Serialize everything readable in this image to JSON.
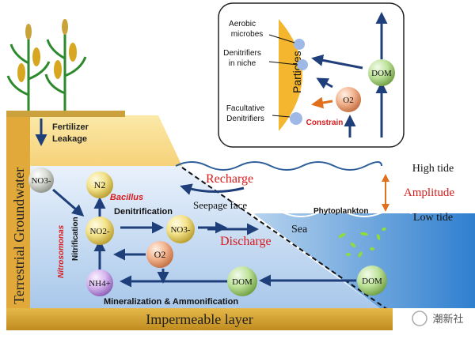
{
  "left_label": "Terrestrial Groundwater",
  "fertilizer": [
    "Fertilizer",
    "Leakage"
  ],
  "bottom_label": "Impermeable  layer",
  "tide": {
    "high": "High tide",
    "amplitude": "Amplitude",
    "low": "Low tide"
  },
  "flows": {
    "recharge": "Recharge",
    "seepage": "Seepage face",
    "discharge": "Discharge",
    "sea": "Sea",
    "phytoplankton": "Phytoplankton"
  },
  "processes": {
    "bacillus": "Bacillus",
    "denitrification": "Denitrification",
    "nitrosomonas": "Nitrosomonas",
    "nitrification": "Nitrification",
    "mineralization": "Mineralization & Ammonification"
  },
  "nodes": {
    "no3_left": "NO3-",
    "n2": "N2",
    "no2": "NO2-",
    "no3_mid": "NO3-",
    "o2": "O2",
    "nh4": "NH4+",
    "dom_mid": "DOM",
    "dom_sea": "DOM"
  },
  "inset": {
    "particles": "Particles",
    "aerobic": [
      "Aerobic",
      "microbes"
    ],
    "denitrifiers": [
      "Denitrifiers",
      "in niche"
    ],
    "facultative": [
      "Facultative",
      "Denitrifiers"
    ],
    "constrain": "Constrain",
    "o2": "O2",
    "dom": "DOM"
  },
  "watermark": "潮新社"
}
